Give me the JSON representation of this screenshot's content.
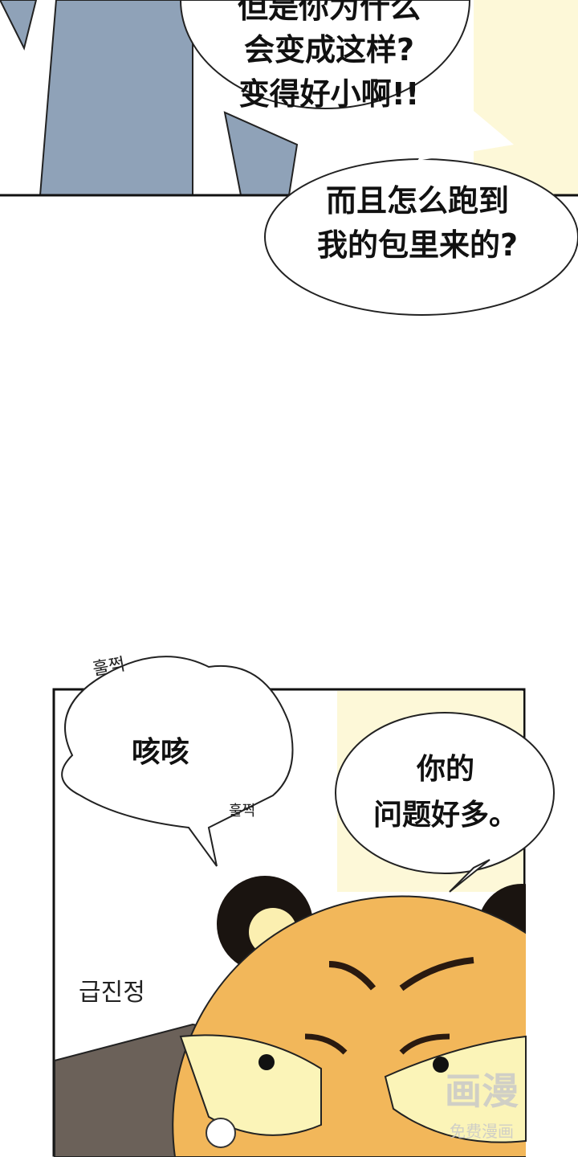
{
  "panel1": {
    "bubble1_lines": [
      "但是你为什么",
      "会变成这样?",
      "变得好小啊!!"
    ],
    "bubble2_lines": [
      "而且怎么跑到",
      "我的包里来的?"
    ]
  },
  "panel2": {
    "cloud_bubble_text": "咳咳",
    "sfx_sob_top": "훌쩍",
    "sfx_sob_bottom": "훌쩍",
    "sfx_sudden": "급진정",
    "bubble_lines": [
      "你的",
      "问题好多。"
    ]
  },
  "watermark": {
    "logo": "画漫",
    "caption": "免费漫画"
  },
  "colors": {
    "cream": "#fdf8d8",
    "jeans": "#8fa2b8",
    "tiger": "#f2b75a",
    "dark": "#6b6159"
  }
}
